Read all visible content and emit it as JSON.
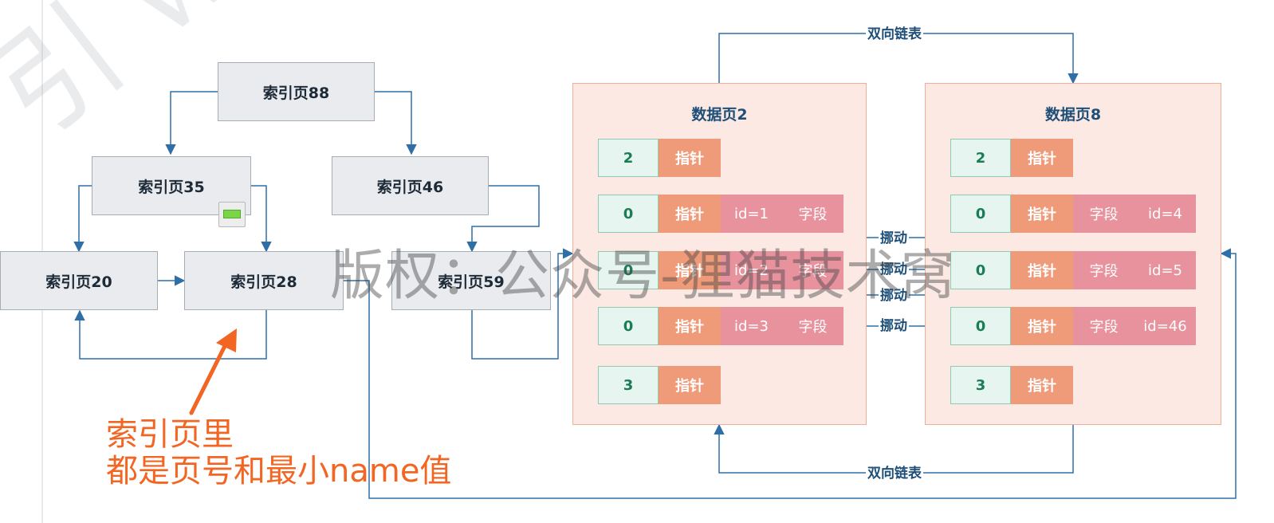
{
  "index_pages": {
    "p88": "索引页88",
    "p35": "索引页35",
    "p46": "索引页46",
    "p20": "索引页20",
    "p28": "索引页28",
    "p59": "索引页59"
  },
  "data_page_2": {
    "title": "数据页2",
    "records": [
      {
        "num": "2",
        "ptr": "指针",
        "f1": "",
        "f2": ""
      },
      {
        "num": "0",
        "ptr": "指针",
        "f1": "id=1",
        "f2": "字段"
      },
      {
        "num": "0",
        "ptr": "指针",
        "f1": "id=2",
        "f2": "字段"
      },
      {
        "num": "0",
        "ptr": "指针",
        "f1": "id=3",
        "f2": "字段"
      },
      {
        "num": "3",
        "ptr": "指针",
        "f1": "",
        "f2": ""
      }
    ]
  },
  "data_page_8": {
    "title": "数据页8",
    "records": [
      {
        "num": "2",
        "ptr": "指针",
        "f1": "",
        "f2": ""
      },
      {
        "num": "0",
        "ptr": "指针",
        "f1": "字段",
        "f2": "id=4"
      },
      {
        "num": "0",
        "ptr": "指针",
        "f1": "字段",
        "f2": "id=5"
      },
      {
        "num": "0",
        "ptr": "指针",
        "f1": "字段",
        "f2": "id=46"
      },
      {
        "num": "3",
        "ptr": "指针",
        "f1": "",
        "f2": ""
      }
    ]
  },
  "labels": {
    "doubly_linked_top": "双向链表",
    "doubly_linked_bottom": "双向链表",
    "move": "挪动"
  },
  "annotation": {
    "line1": "索引页里",
    "line2": "都是页号和最小name值"
  },
  "watermark": {
    "text": "版权：公众号-狸猫技术窝",
    "diagonal": "引 www. Pi"
  },
  "colors": {
    "connector": "#2f6fa8",
    "annotation": "#f26522",
    "pointer": "#ef9a79",
    "field": "#e8929e",
    "page_fill": "#fce9e3"
  }
}
